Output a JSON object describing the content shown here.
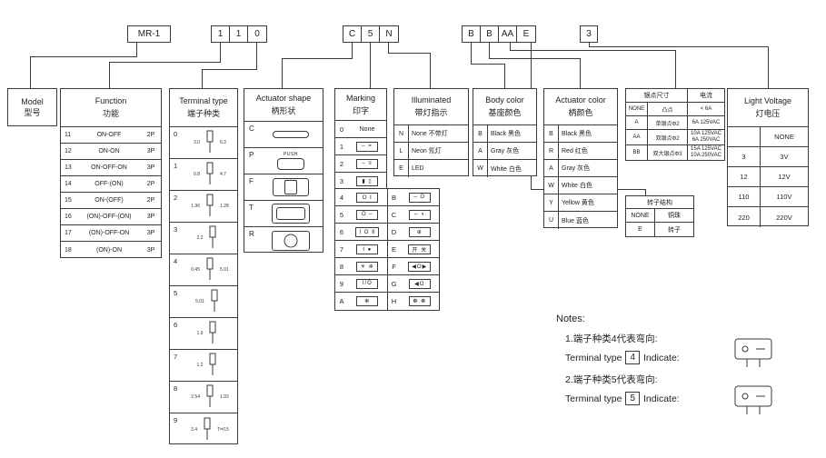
{
  "title_code": {
    "model": "MR-1",
    "function_digits": [
      "1",
      "1",
      "0"
    ],
    "shape_digits": [
      "C",
      "5",
      "N"
    ],
    "color_digits": [
      "B",
      "B",
      "AA",
      "E"
    ],
    "voltage_digit": "3"
  },
  "model_box": {
    "en": "Model",
    "zh": "型号"
  },
  "function": {
    "en": "Function",
    "zh": "功能",
    "rows": [
      {
        "code": "11",
        "name": "ON-OFF",
        "poles": "2P"
      },
      {
        "code": "12",
        "name": "ON-ON",
        "poles": "3P"
      },
      {
        "code": "13",
        "name": "ON-OFF-ON",
        "poles": "3P"
      },
      {
        "code": "14",
        "name": "OFF-(ON)",
        "poles": "2P"
      },
      {
        "code": "15",
        "name": "ON-(OFF)",
        "poles": "2P"
      },
      {
        "code": "16",
        "name": "(ON)-OFF-(ON)",
        "poles": "3P"
      },
      {
        "code": "17",
        "name": "(ON)-OFF-ON",
        "poles": "3P"
      },
      {
        "code": "18",
        "name": "(ON)-ON",
        "poles": "3P"
      }
    ]
  },
  "terminal": {
    "en": "Terminal type",
    "zh": "端子种类",
    "rows": [
      {
        "code": "0",
        "dim1": "3.0",
        "dim2": "6.3"
      },
      {
        "code": "1",
        "dim1": "0.8",
        "dim2": "4.7"
      },
      {
        "code": "2",
        "dim1": "1.96",
        "dim2": "1.28"
      },
      {
        "code": "3",
        "dim1": "2.2",
        "dim2": ""
      },
      {
        "code": "4",
        "dim1": "0.45",
        "dim2": "5.01"
      },
      {
        "code": "5",
        "dim1": "5.01",
        "dim2": ""
      },
      {
        "code": "6",
        "dim1": "1.9",
        "dim2": ""
      },
      {
        "code": "7",
        "dim1": "1.2",
        "dim2": ""
      },
      {
        "code": "8",
        "dim1": "2.54",
        "dim2": "1.92"
      },
      {
        "code": "9",
        "dim1": "3.4",
        "dim2": "T=0.5"
      }
    ]
  },
  "actuator_shape": {
    "en": "Actuator shape",
    "zh": "柄形状",
    "rows": [
      {
        "code": "C",
        "push_label": "",
        "icon": "flat-cap"
      },
      {
        "code": "P",
        "push_label": "PUSH",
        "icon": "push-button"
      },
      {
        "code": "F",
        "push_label": "",
        "icon": "rocker-window"
      },
      {
        "code": "T",
        "push_label": "",
        "icon": "rocker-paddle"
      },
      {
        "code": "R",
        "push_label": "",
        "icon": "rocker-round"
      }
    ]
  },
  "marking": {
    "en": "Marking",
    "zh": "印字",
    "rows_single": [
      {
        "code": "0",
        "plain": "None",
        "box": ""
      },
      {
        "code": "1",
        "plain": "",
        "box": "– ="
      },
      {
        "code": "2",
        "plain": "",
        "box": "– ≡"
      },
      {
        "code": "3",
        "plain": "",
        "box": "▮ ▯"
      }
    ],
    "rows_paired": [
      {
        "c1": "4",
        "b1": "O Ⅰ",
        "c2": "B",
        "b2": "– O"
      },
      {
        "c1": "5",
        "b1": "O –",
        "c2": "C",
        "b2": "– ◑"
      },
      {
        "c1": "6",
        "b1": "Ⅰ O Ⅱ",
        "c2": "D",
        "b2": "⊕"
      },
      {
        "c1": "7",
        "b1": "Ⅰ ●",
        "c2": "E",
        "b2": "开 关"
      },
      {
        "c1": "8",
        "b1": "✳ ❄",
        "c2": "F",
        "b2": "◀O▶"
      },
      {
        "c1": "9",
        "b1": "I/O",
        "c2": "G",
        "b2": "◀O"
      },
      {
        "c1": "A",
        "b1": "✻",
        "c2": "H",
        "b2": "❆ ❆"
      }
    ]
  },
  "illuminated": {
    "en": "Illuminated",
    "zh": "带灯指示",
    "rows": [
      {
        "code": "N",
        "text": "None 不带灯"
      },
      {
        "code": "L",
        "text": "Neon 氖灯"
      },
      {
        "code": "E",
        "text": "LED"
      }
    ]
  },
  "body_color": {
    "en": "Body color",
    "zh": "基座颜色",
    "rows": [
      {
        "code": "B",
        "text": "Black 黑色"
      },
      {
        "code": "A",
        "text": "Gray 灰色"
      },
      {
        "code": "W",
        "text": "White 白色"
      }
    ]
  },
  "actuator_color": {
    "en": "Actuator color",
    "zh": "柄颜色",
    "rows": [
      {
        "code": "B",
        "text": "Black 黑色"
      },
      {
        "code": "R",
        "text": "Red 红色"
      },
      {
        "code": "A",
        "text": "Gray 灰色"
      },
      {
        "code": "W",
        "text": "White 白色"
      },
      {
        "code": "Y",
        "text": "Yellow 黄色"
      },
      {
        "code": "U",
        "text": "Blue 蓝色"
      }
    ]
  },
  "plating": {
    "size_header": "银点尺寸",
    "current_header": "电流",
    "rows": [
      {
        "code": "NONE",
        "name": "凸点",
        "current": "< 6A"
      },
      {
        "code": "A",
        "name": "单银点Φ2",
        "current": "6A 125VAC"
      },
      {
        "code": "AA",
        "name": "双银点Φ2",
        "current": "10A 125VAC 6A 250VAC"
      },
      {
        "code": "BB",
        "name": "双大银点Φ3",
        "current": "15A 125VAC 10A 250VAC"
      }
    ]
  },
  "rotor": {
    "header": "转子结构",
    "rows": [
      {
        "code": "NONE",
        "name": "铜珠"
      },
      {
        "code": "E",
        "name": "转子"
      }
    ]
  },
  "light_voltage": {
    "en": "Light Voltage",
    "zh": "灯电压",
    "rows": [
      {
        "code": "",
        "value": "NONE"
      },
      {
        "code": "3",
        "value": "3V"
      },
      {
        "code": "12",
        "value": "12V"
      },
      {
        "code": "110",
        "value": "110V"
      },
      {
        "code": "220",
        "value": "220V"
      }
    ]
  },
  "notes": {
    "title": "Notes:",
    "note1_zh": "1.端子种类4代表弯向:",
    "note1_prefix": "Terminal type",
    "note1_code": "4",
    "note1_suffix": "Indicate:",
    "note2_zh": "2.端子种类5代表弯向:",
    "note2_prefix": "Terminal type",
    "note2_code": "5",
    "note2_suffix": "Indicate:"
  }
}
